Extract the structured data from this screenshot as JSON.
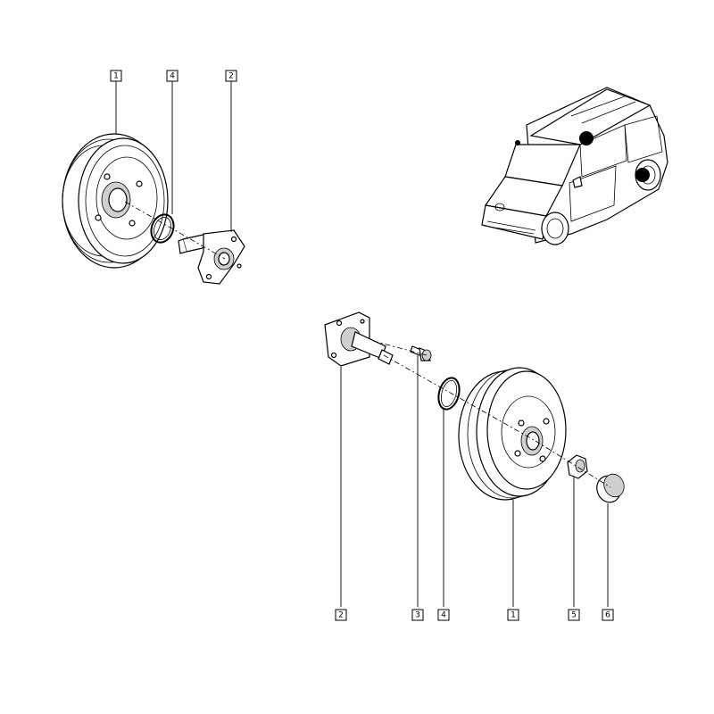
{
  "callouts_top": [
    {
      "ref": "1",
      "label": "1"
    },
    {
      "ref": "4",
      "label": "4"
    },
    {
      "ref": "2",
      "label": "2"
    }
  ],
  "callouts_bottom": [
    {
      "ref": "2",
      "label": "2"
    },
    {
      "ref": "3",
      "label": "3"
    },
    {
      "ref": "4",
      "label": "4"
    },
    {
      "ref": "1",
      "label": "1"
    },
    {
      "ref": "5",
      "label": "5"
    },
    {
      "ref": "6",
      "label": "6"
    }
  ],
  "parts": [
    {
      "ref": "1",
      "icon": "brake-drum-icon"
    },
    {
      "ref": "2",
      "icon": "stub-axle-icon"
    },
    {
      "ref": "3",
      "icon": "bolt-icon"
    },
    {
      "ref": "4",
      "icon": "o-ring-icon"
    },
    {
      "ref": "5",
      "icon": "hub-nut-icon"
    },
    {
      "ref": "6",
      "icon": "dust-cap-icon"
    }
  ],
  "vehicle": {
    "icon": "van-location-icon",
    "marker_color": "#000000"
  }
}
